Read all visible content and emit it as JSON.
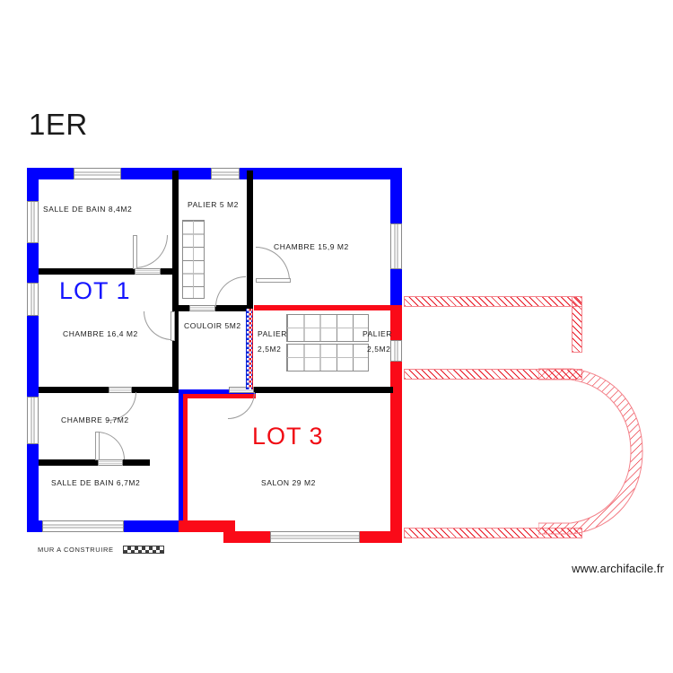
{
  "floor": {
    "title": "1ER"
  },
  "lots": [
    {
      "id": "lot1",
      "label": "LOT 1",
      "color": "#1414ff"
    },
    {
      "id": "lot3",
      "label": "LOT 3",
      "color": "#f00c14"
    }
  ],
  "rooms": [
    {
      "id": "salle-de-bain-haut",
      "label": "SALLE DE BAIN 8,4M2"
    },
    {
      "id": "palier-5",
      "label": "PALIER 5 M2"
    },
    {
      "id": "chambre-15-9",
      "label": "CHAMBRE 15,9 M2"
    },
    {
      "id": "chambre-16-4",
      "label": "CHAMBRE 16,4 M2"
    },
    {
      "id": "couloir-5",
      "label": "COULOIR 5M2"
    },
    {
      "id": "palier-gauche-line1",
      "label": "PALIER"
    },
    {
      "id": "palier-gauche-line2",
      "label": "2,5M2"
    },
    {
      "id": "palier-droit-line1",
      "label": "PALIER"
    },
    {
      "id": "palier-droit-line2",
      "label": "2,5M2"
    },
    {
      "id": "chambre-9-7",
      "label": "CHAMBRE 9,7M2"
    },
    {
      "id": "salle-de-bain-bas",
      "label": "SALLE DE BAIN 6,7M2"
    },
    {
      "id": "salon-29",
      "label": "SALON 29 M2"
    }
  ],
  "legend": {
    "label": "MUR A CONSTRUIRE",
    "swatch_name": "hatched-wall-swatch"
  },
  "watermark": {
    "text": "www.archifacile.fr"
  },
  "colors": {
    "lot1_blue": "#0000ff",
    "lot3_red": "#fa0a18",
    "interior_wall": "#000000",
    "extension_hatch": "#e8121f",
    "text": "#1a1a1a"
  }
}
